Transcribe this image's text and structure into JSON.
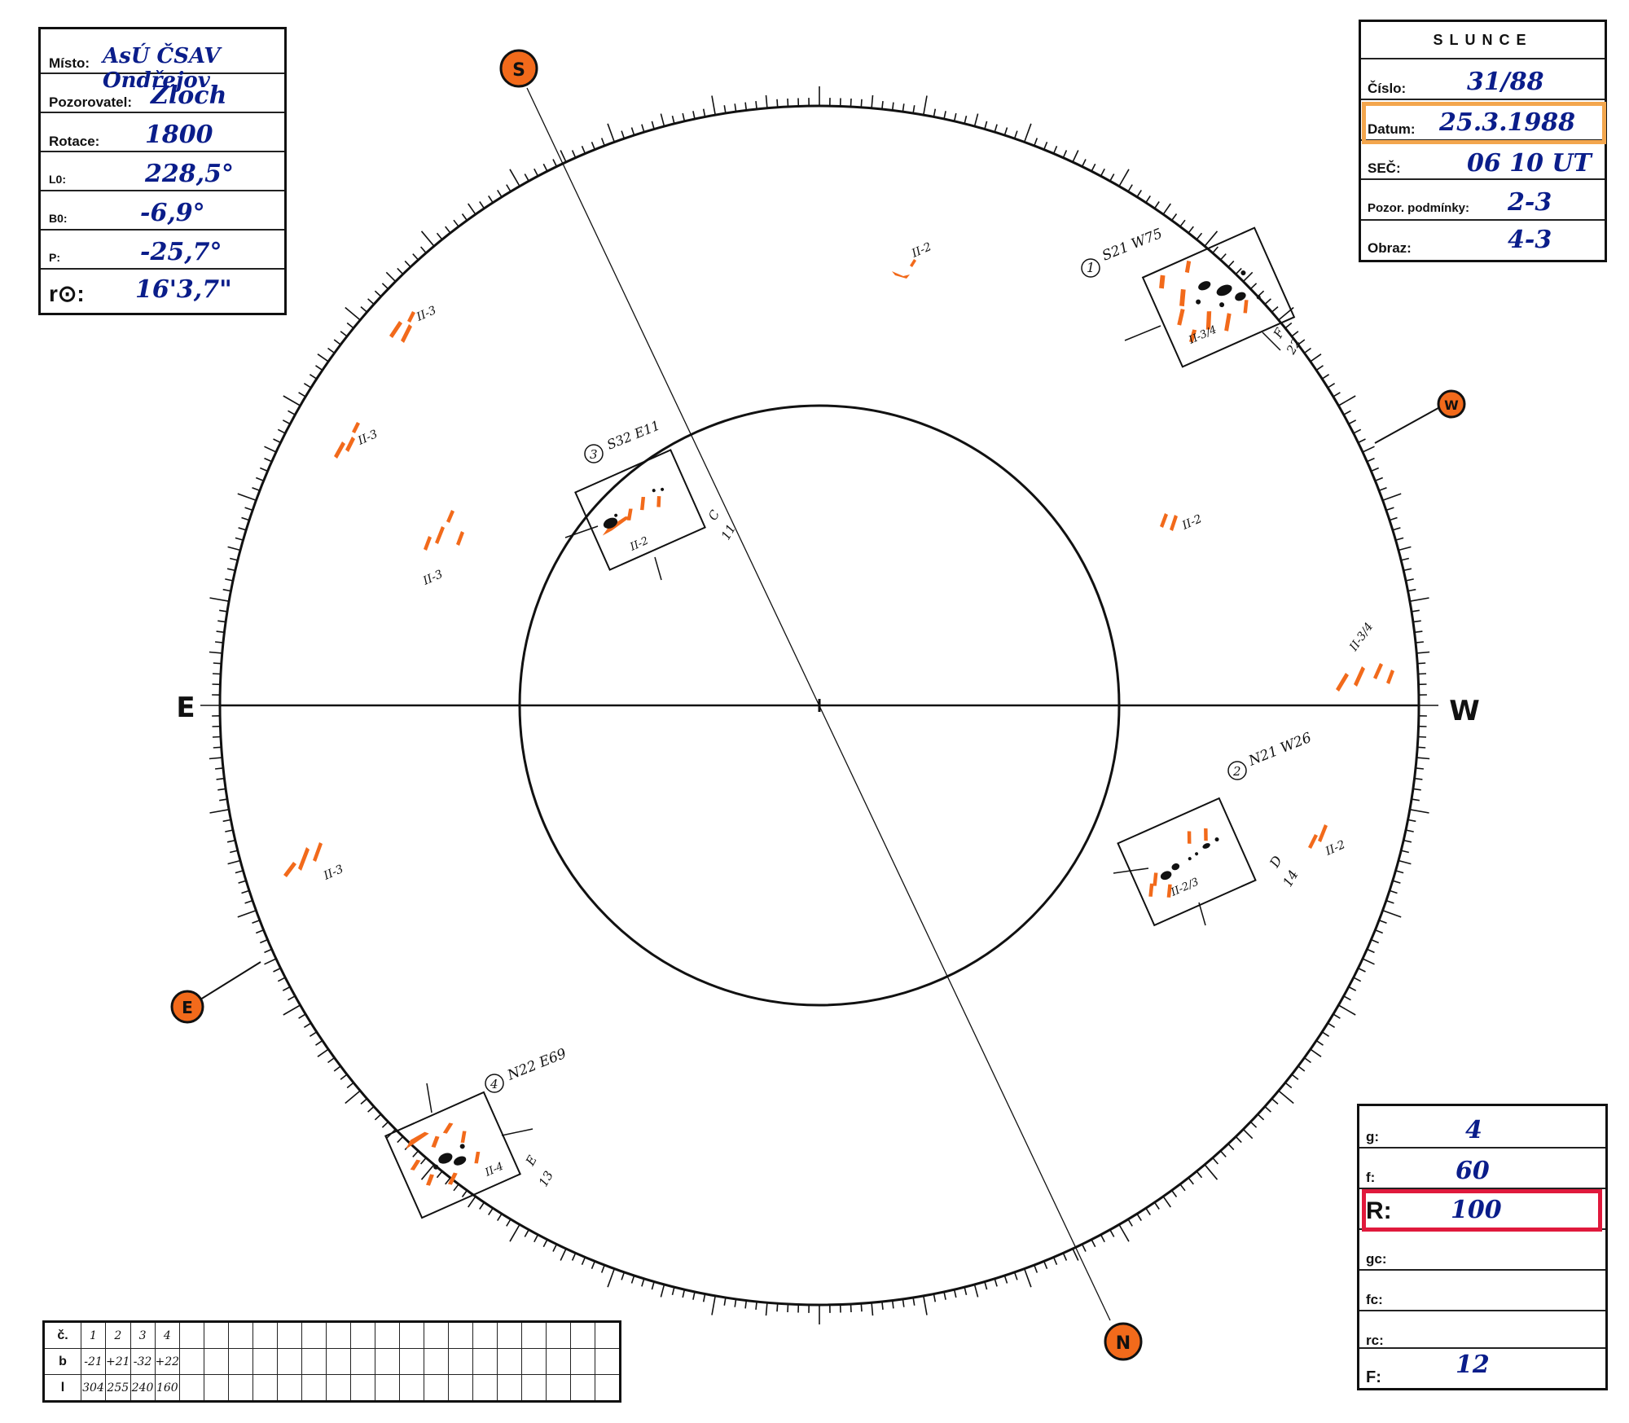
{
  "header_left": {
    "misto_label": "Místo:",
    "misto": "AsÚ ČSAV Ondřejov",
    "pozorovatel_label": "Pozorovatel:",
    "pozorovatel": "Zloch",
    "rotace_label": "Rotace:",
    "rotace": "1800",
    "l0_label": "L0:",
    "l0": "228,5°",
    "b0_label": "B0:",
    "b0": "-6,9°",
    "p_label": "P:",
    "p": "-25,7°",
    "r_label": "r⊙:",
    "r": "16'3,7\""
  },
  "header_right": {
    "title": "SLUNCE",
    "cislo_label": "Číslo:",
    "cislo": "31/88",
    "datum_label": "Datum:",
    "datum": "25.3.1988",
    "sec_label": "SEČ:",
    "sec": "06 10 UT",
    "pozor_label": "Pozor. podmínky:",
    "pozor": "2-3",
    "obraz_label": "Obraz:",
    "obraz": "4-3"
  },
  "bottom_right": {
    "g_label": "g:",
    "g": "4",
    "f_label": "f:",
    "f": "60",
    "R_label": "R:",
    "R": "100",
    "gc_label": "gc:",
    "gc": "",
    "fc_label": "fc:",
    "fc": "",
    "rc_label": "rc:",
    "rc": "",
    "F_label": "F:",
    "F": "12"
  },
  "group_table": {
    "rows": [
      {
        "label": "č.",
        "values": [
          "1",
          "2",
          "3",
          "4"
        ]
      },
      {
        "label": "b",
        "values": [
          "-21",
          "+21",
          "-32",
          "+22"
        ]
      },
      {
        "label": "l",
        "values": [
          "304",
          "255",
          "240",
          "160"
        ]
      }
    ],
    "total_columns": 22
  },
  "compass": {
    "S": "S",
    "N": "N",
    "E": "E",
    "W": "W",
    "E_big": "E",
    "W_big": "W"
  },
  "groups": {
    "g1": {
      "num": "1",
      "pos": "S21 W75",
      "cls": "II-3/4",
      "type": "F",
      "area": "22"
    },
    "g2": {
      "num": "2",
      "pos": "N21 W26",
      "cls": "II-2/3",
      "type": "D",
      "area": "14"
    },
    "g3": {
      "num": "3",
      "pos": "S32 E11",
      "cls": "II-2",
      "type": "C",
      "area": "11"
    },
    "g4": {
      "num": "4",
      "pos": "N22 E69",
      "cls": "II-4",
      "type": "E",
      "area": "13"
    }
  },
  "faculae": [
    "II-2",
    "II-3",
    "II-3",
    "II-3",
    "II-2",
    "II-3/4",
    "II-2",
    "II-3"
  ],
  "colors": {
    "accent": "#f26a1b",
    "ink": "#0a1d8a",
    "highlight_orange": "#f3a64d",
    "highlight_red": "#e0193c"
  }
}
